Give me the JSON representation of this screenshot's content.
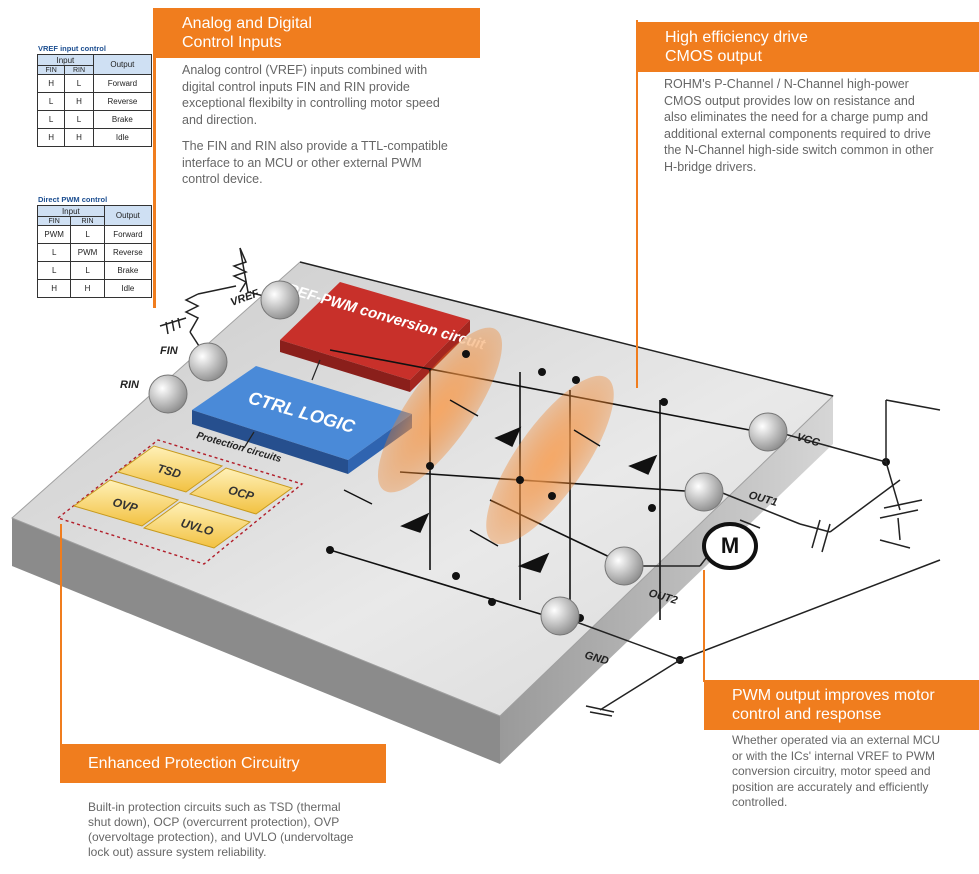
{
  "vref_table": {
    "title": "VREF input control",
    "input_header": "Input",
    "output_header": "Output",
    "col_fin": "FIN",
    "col_rin": "RIN",
    "rows": [
      {
        "fin": "H",
        "rin": "L",
        "out": "Forward"
      },
      {
        "fin": "L",
        "rin": "H",
        "out": "Reverse"
      },
      {
        "fin": "L",
        "rin": "L",
        "out": "Brake"
      },
      {
        "fin": "H",
        "rin": "H",
        "out": "Idle"
      }
    ]
  },
  "pwm_table": {
    "title": "Direct PWM control",
    "input_header": "Input",
    "output_header": "Output",
    "col_fin": "FIN",
    "col_rin": "RIN",
    "rows": [
      {
        "fin": "PWM",
        "rin": "L",
        "out": "Forward"
      },
      {
        "fin": "L",
        "rin": "PWM",
        "out": "Reverse"
      },
      {
        "fin": "L",
        "rin": "L",
        "out": "Brake"
      },
      {
        "fin": "H",
        "rin": "H",
        "out": "Idle"
      }
    ]
  },
  "analog": {
    "title_line1": "Analog and Digital",
    "title_line2": "Control Inputs",
    "p1_l1": "Analog control (VREF) inputs combined with",
    "p1_l2": "digital control inputs FIN and RIN provide",
    "p1_l3": "exceptional flexibilty in controlling motor speed",
    "p1_l4": "and direction.",
    "p2_l1": "The FIN and RIN also provide a TTL-compatible",
    "p2_l2": "interface to an MCU or other external PWM",
    "p2_l3": "control device."
  },
  "cmos": {
    "title_line1": "High efficiency drive",
    "title_line2": "CMOS output",
    "l1": "ROHM's P-Channel / N-Channel high-power",
    "l2": "CMOS output provides low on resistance and",
    "l3": "also eliminates the need for a charge pump and",
    "l4": "additional external components required to drive",
    "l5": "the N-Channel high-side switch common in other",
    "l6": "H-bridge drivers."
  },
  "protection": {
    "title": "Enhanced Protection Circuitry",
    "l1": "Built-in protection circuits such as TSD (thermal",
    "l2": "shut down), OCP (overcurrent protection), OVP",
    "l3": "(overvoltage protection), and UVLO (undervoltage",
    "l4": "lock out) assure system reliability."
  },
  "pwm_out": {
    "title_line1": "PWM output improves motor",
    "title_line2": "control and response",
    "l1": "Whether operated via an external MCU",
    "l2": "or with the ICs' internal VREF to PWM",
    "l3": "conversion circuitry, motor speed and",
    "l4": "position are accurately and efficiently",
    "l5": "controlled."
  },
  "chip": {
    "vref_block": "VREF-PWM conversion circuit",
    "ctrl_block": "CTRL LOGIC",
    "protection_label": "Protection circuits",
    "tsd": "TSD",
    "ocp": "OCP",
    "ovp": "OVP",
    "uvlo": "UVLO",
    "pin_vref": "VREF",
    "pin_fin": "FIN",
    "pin_rin": "RIN",
    "pin_vcc": "VCC",
    "pin_out1": "OUT1",
    "pin_out2": "OUT2",
    "pin_gnd": "GND",
    "motor": "M"
  },
  "colors": {
    "accent": "#f07d1e",
    "vref_block": "#c8302a",
    "ctrl_block": "#3c7ed0",
    "prot_block": "#f3c94a"
  }
}
